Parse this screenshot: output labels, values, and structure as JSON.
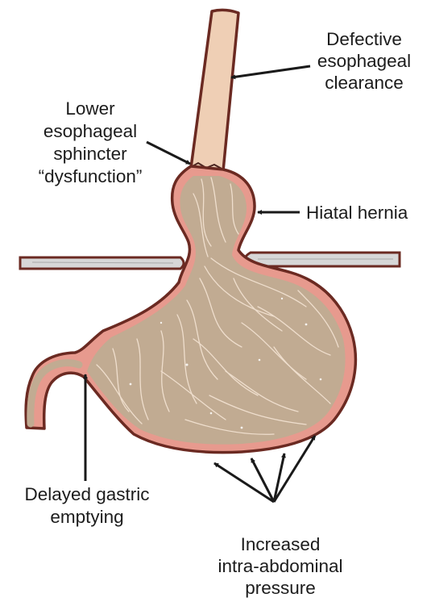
{
  "labels": {
    "defective_clearance": [
      "Defective",
      "esophageal",
      "clearance"
    ],
    "les_dysfunction": [
      "Lower",
      "esophageal",
      "sphincter",
      "“dysfunction”"
    ],
    "hiatal_hernia": [
      "Hiatal hernia"
    ],
    "delayed_emptying": [
      "Delayed gastric",
      "emptying"
    ],
    "intra_abdominal": [
      "Increased",
      "intra-abdominal",
      "pressure"
    ]
  },
  "colors": {
    "outline": "#6b2a22",
    "wall": "#e79a8e",
    "lumen": "#c1ab92",
    "esophagus": "#efcfb5",
    "diaphragm": "#d7d7d7",
    "arrow": "#1a1a1a"
  }
}
